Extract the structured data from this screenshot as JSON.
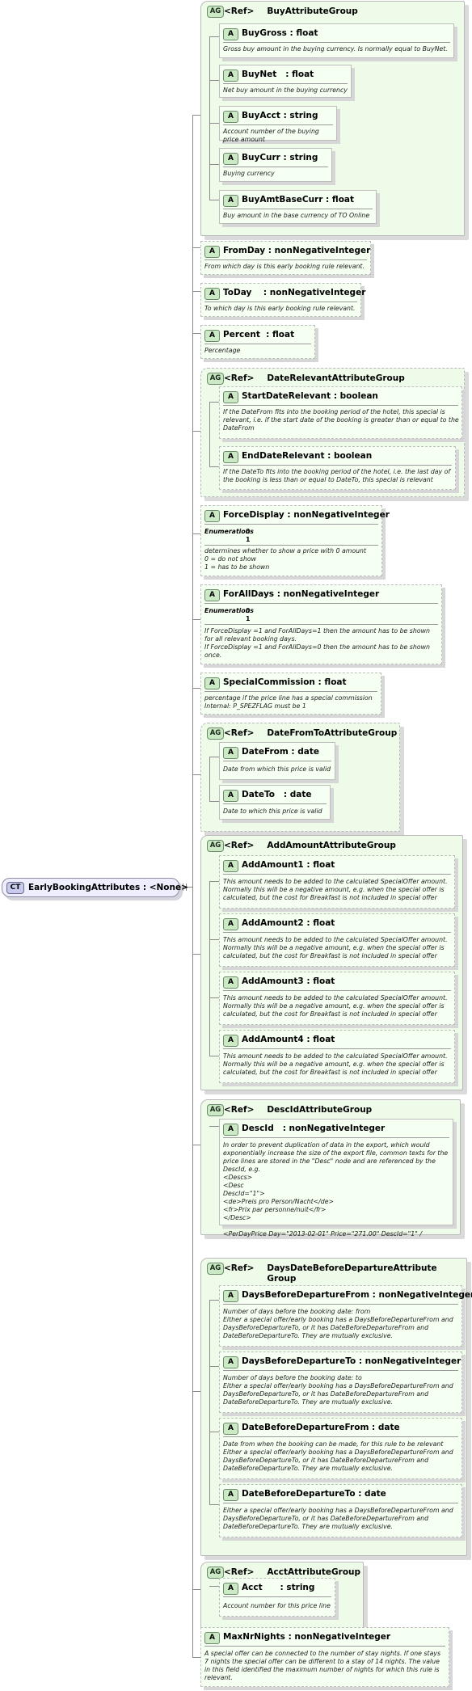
{
  "root": {
    "badge": "CT",
    "name": "EarlyBookingAttributes : <None>"
  },
  "group_badge": "AG",
  "attr_badge": "A",
  "ref_label": "<Ref>",
  "enum_label": "Enumerations",
  "groups": {
    "buy": {
      "name": "BuyAttributeGroup"
    },
    "daterelevant": {
      "name": "DateRelevantAttributeGroup"
    },
    "datefromto": {
      "name": "DateFromToAttributeGroup"
    },
    "addamount": {
      "name": "AddAmountAttributeGroup"
    },
    "descid": {
      "name": "DescIdAttributeGroup"
    },
    "daysbefore": {
      "name": "DaysDateBeforeDepartureAttribute\nGroup"
    },
    "acct": {
      "name": "AcctAttributeGroup"
    }
  },
  "attrs": {
    "buygross": {
      "name": "BuyGross : float",
      "doc": "Gross buy amount in the buying currency. Is normally equal to BuyNet."
    },
    "buynet": {
      "name": "BuyNet   : float",
      "doc": "Net buy amount in the buying currency"
    },
    "buyacct": {
      "name": "BuyAcct : string",
      "doc": "Account number of the buying price amount"
    },
    "buycurr": {
      "name": "BuyCurr : string",
      "doc": "Buying currency"
    },
    "buyamtbasecurr": {
      "name": "BuyAmtBaseCurr : float",
      "doc": "Buy amount in the base currency of TO Online"
    },
    "fromday": {
      "name": "FromDay : nonNegativeInteger",
      "doc": "From which day is this early booking rule relevant."
    },
    "today": {
      "name": "ToDay    : nonNegativeInteger",
      "doc": "To which day is this early booking rule relevant."
    },
    "percent": {
      "name": "Percent  : float",
      "doc": "Percentage"
    },
    "startdaterelevant": {
      "name": "StartDateRelevant : boolean",
      "doc": "If the DateFrom fits into the booking period of the hotel, this special is\nrelevant, i.e. if the start date of the booking is greater than or equal to the\nDateFrom"
    },
    "enddaterelevant": {
      "name": "EndDateRelevant : boolean",
      "doc": "If the DateTo fits into the booking period of the hotel, i.e. the last day of\nthe booking is less than or equal to DateTo, this special is relevant"
    },
    "forcedisplay": {
      "name": "ForceDisplay : nonNegativeInteger",
      "enum": [
        "0",
        "1"
      ],
      "doc": "determines whether to show a price with 0 amount\n0 = do not show\n1 = has to be shown"
    },
    "foralldays": {
      "name": "ForAllDays : nonNegativeInteger",
      "enum": [
        "0",
        "1"
      ],
      "doc": "If ForceDisplay =1 and ForAllDays=1 then the amount has to be shown\nfor all relevant booking days.\nIf ForceDisplay =1 and ForAllDays=0 then the amount has to be shown\nonce."
    },
    "specialcommission": {
      "name": "SpecialCommission : float",
      "doc": "percentage if the price line has a special commission\nInternal: P_SPEZFLAG must be 1"
    },
    "datefrom": {
      "name": "DateFrom : date",
      "doc": "Date from which this price is valid"
    },
    "dateto": {
      "name": "DateTo   : date",
      "doc": "Date to which this price is valid"
    },
    "addamount1": {
      "name": "AddAmount1 : float",
      "doc": "This amount needs to be added to the calculated SpecialOffer amount.\nNormally this will be a negative amount, e.g. when the special offer is\ncalculated, but the cost for Breakfast is not included in special offer"
    },
    "addamount2": {
      "name": "AddAmount2 : float",
      "doc": "This amount needs to be added to the calculated SpecialOffer amount.\nNormally this will be a negative amount, e.g. when the special offer is\ncalculated, but the cost for Breakfast is not included in special offer"
    },
    "addamount3": {
      "name": "AddAmount3 : float",
      "doc": "This amount needs to be added to the calculated SpecialOffer amount.\nNormally this will be a negative amount, e.g. when the special offer is\ncalculated, but the cost for Breakfast is not included in special offer"
    },
    "addamount4": {
      "name": "AddAmount4 : float",
      "doc": "This amount needs to be added to the calculated SpecialOffer amount.\nNormally this will be a negative amount, e.g. when the special offer is\ncalculated, but the cost for Breakfast is not included in special offer"
    },
    "descid": {
      "name": "DescId   : nonNegativeInteger",
      "doc": "In order to prevent duplication of data in the export, which would\nexponentially increase the size of the export file, common texts for the\nprice lines are stored in the \"Desc\" node and are referenced by the\nDescId, e.g.\n<Descs>\n<Desc\nDescId=\"1\">\n<de>Preis pro Person/Nacht</de>\n<fr>Prix par personne/nuit</fr>\n</Desc>\n\n<PerDayPrice Day=\"2013-02-01\" Price=\"271.00\" DescId=\"1\" /"
    },
    "daysbeforedeparturefrom": {
      "name": "DaysBeforeDepartureFrom : nonNegativeInteger",
      "doc": "Number of days before the booking date: from\nEither a special offer/early booking has a DaysBeforeDepartureFrom and\nDaysBeforeDepartureTo, or it has DateBeforeDepartureFrom and\nDateBeforeDepartureTo. They are mutually exclusive."
    },
    "daysbeforedepartureto": {
      "name": "DaysBeforeDepartureTo : nonNegativeInteger",
      "doc": "Number of days before the booking date: to\nEither a special offer/early booking has a DaysBeforeDepartureFrom and\nDaysBeforeDepartureTo, or it has DateBeforeDepartureFrom and\nDateBeforeDepartureTo. They are mutually exclusive."
    },
    "datebeforedeparturefrom": {
      "name": "DateBeforeDepartureFrom : date",
      "doc": "Date from when the booking can be made, for this rule to be relevant\nEither a special offer/early booking has a DaysBeforeDepartureFrom and\nDaysBeforeDepartureTo, or it has DateBeforeDepartureFrom and\nDateBeforeDepartureTo. They are mutually exclusive."
    },
    "datebeforedepartureto": {
      "name": "DateBeforeDepartureTo : date",
      "doc": "Either a special offer/early booking has a DaysBeforeDepartureFrom and\nDaysBeforeDepartureTo, or it has DateBeforeDepartureFrom and\nDateBeforeDepartureTo. They are mutually exclusive."
    },
    "acct": {
      "name": "Acct      : string",
      "doc": "Account number for this price line"
    },
    "maxnrnights": {
      "name": "MaxNrNights : nonNegativeInteger",
      "doc": "A special offer can be connected to the number of stay nights. If one stays\n7 nights the special offer can be different to a stay of 14 nights. The value\nin this field identified the maximum number of nights for which this rule is\nrelevant."
    }
  }
}
